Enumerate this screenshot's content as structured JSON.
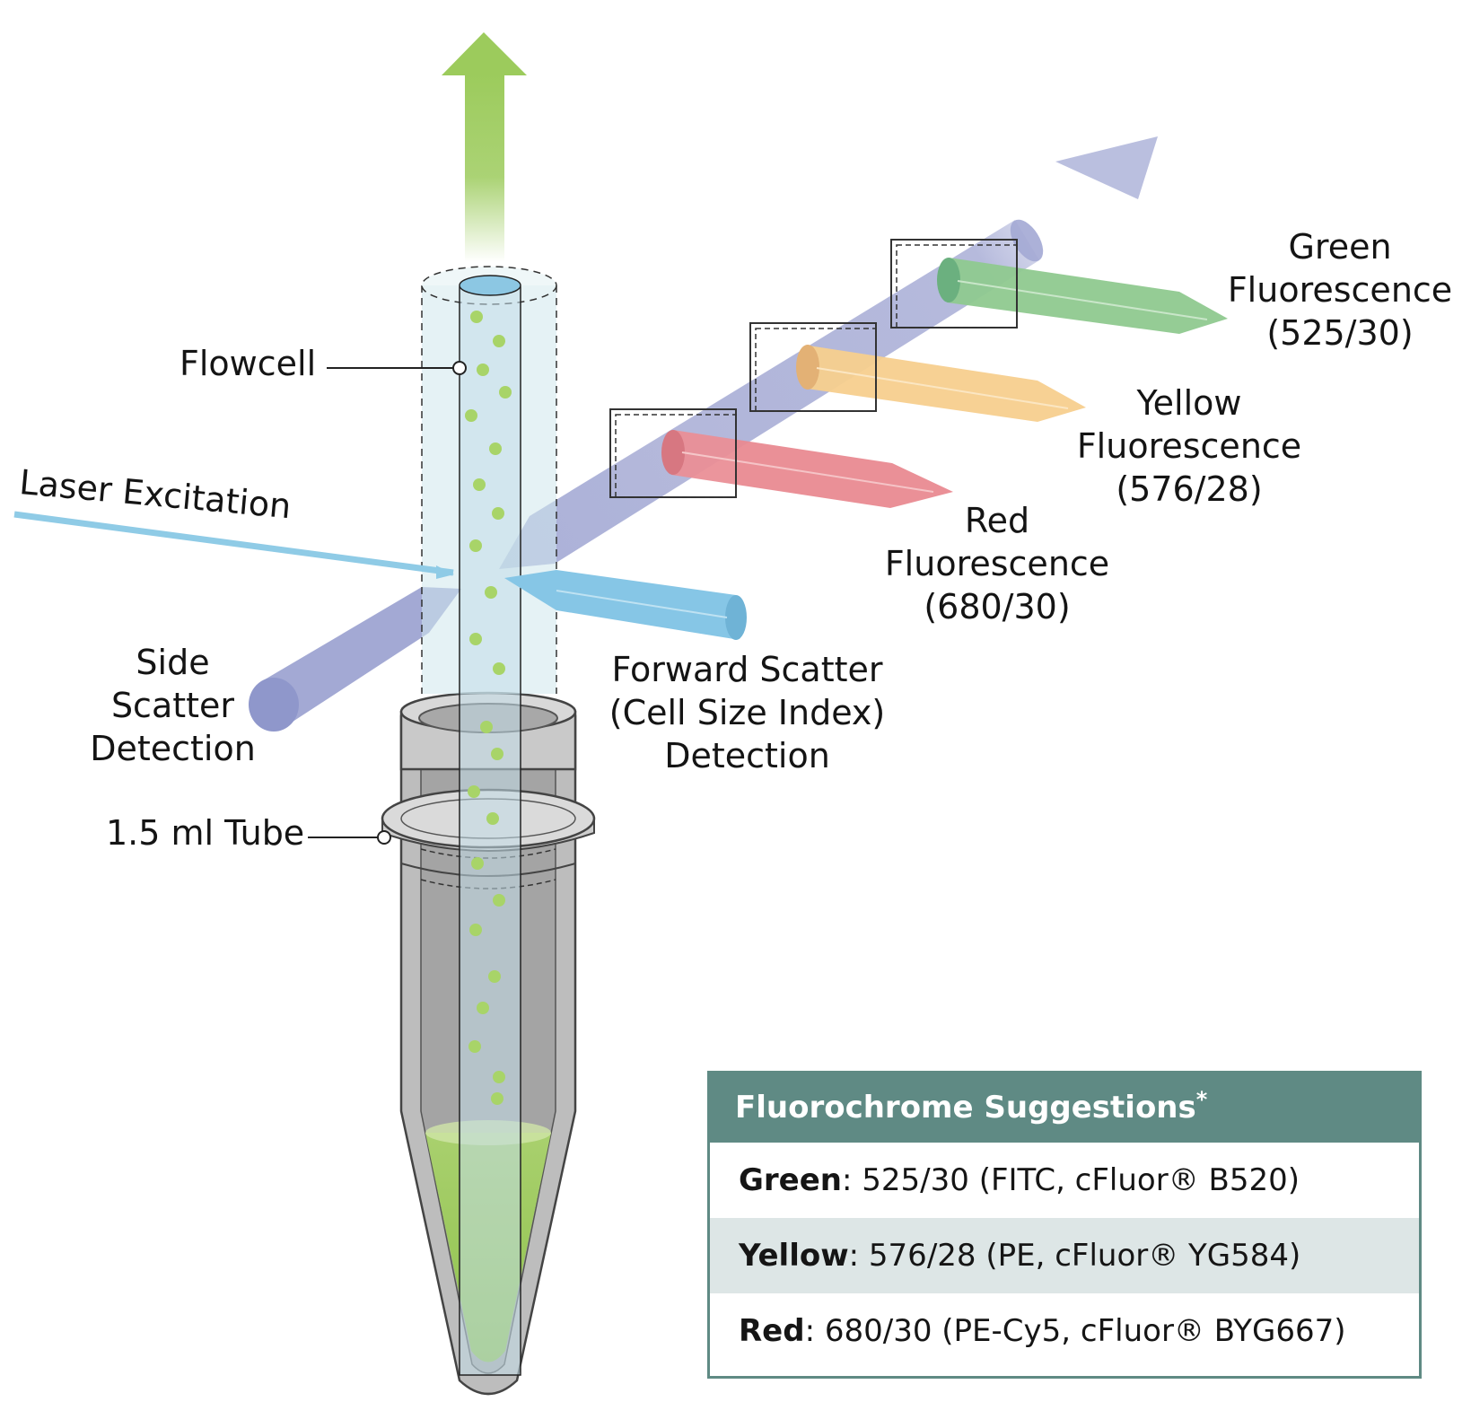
{
  "labels": {
    "flowcell": "Flowcell",
    "laser": "Laser Excitation",
    "side_scatter": [
      "Side",
      "Scatter",
      "Detection"
    ],
    "tube": "1.5 ml Tube",
    "forward_scatter": [
      "Forward Scatter",
      "(Cell Size Index)",
      "Detection"
    ],
    "green": [
      "Green",
      "Fluorescence",
      "(525/30)"
    ],
    "yellow": [
      "Yellow",
      "Fluorescence",
      "(576/28)"
    ],
    "red": [
      "Red",
      "Fluorescence",
      "(680/30)"
    ]
  },
  "table": {
    "title": "Fluorochrome Suggestions",
    "title_mark": "*",
    "rows": [
      {
        "color": "Green",
        "sep": ":",
        "value": " 525/30 (FITC, cFluor® B520)"
      },
      {
        "color": "Yellow",
        "sep": ":",
        "value": " 576/28 (PE, cFluor® YG584)"
      },
      {
        "color": "Red",
        "sep": ":",
        "value": " 680/30 (PE-Cy5, cFluor® BYG667)"
      }
    ]
  },
  "colors": {
    "green_beam": "#8fc98f",
    "yellow_beam": "#f7cf8e",
    "red_beam": "#e98a91",
    "side_scatter_beam": "#a3a9d4",
    "forward_scatter_beam": "#86c6e6",
    "laser": "#8fcbe6",
    "liquid": "#9cc85a",
    "cell_dot": "#a8d468",
    "table_header": "#5f8a84",
    "table_alt_row": "#dde6e6"
  }
}
